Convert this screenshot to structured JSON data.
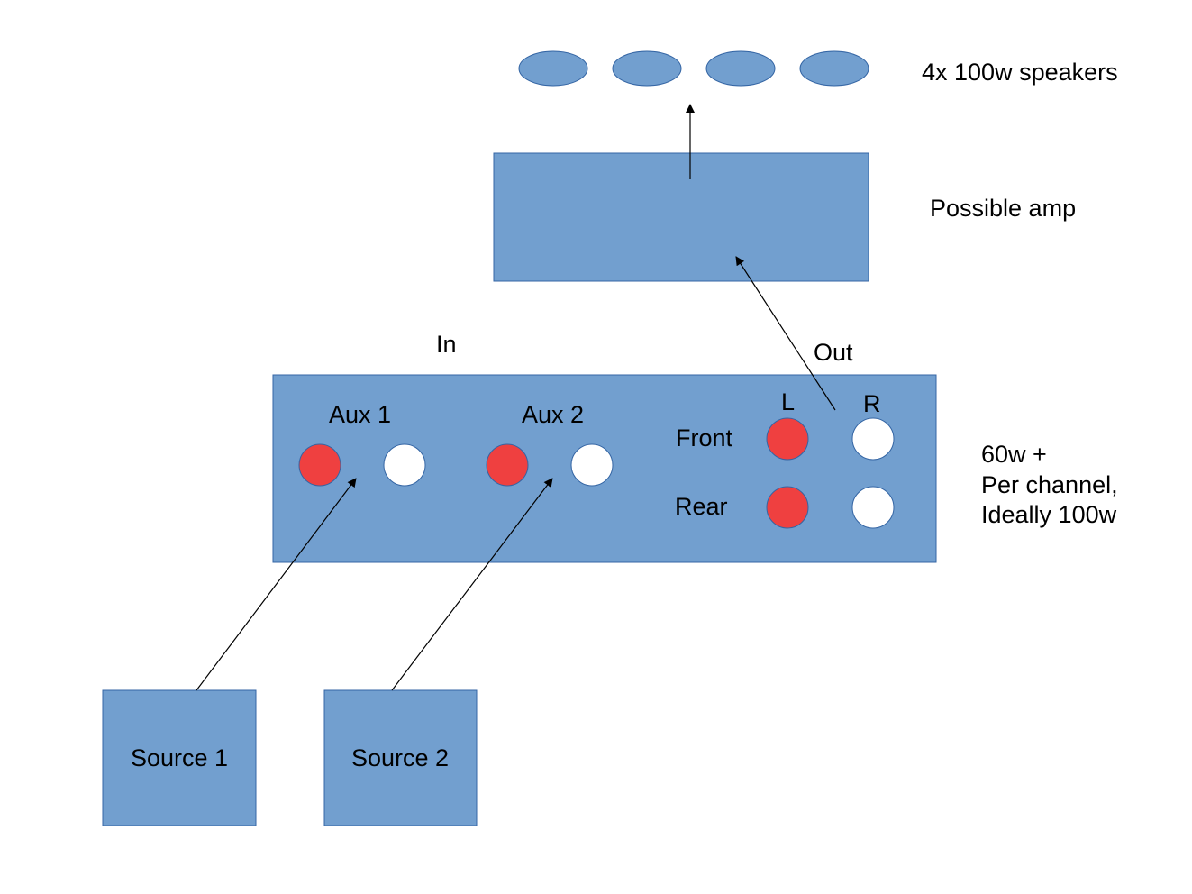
{
  "colors": {
    "box_fill": "#729fcf",
    "box_stroke": "#3465a4",
    "jack_red": "#ef4040",
    "jack_white": "#ffffff",
    "text": "#000000",
    "wire": "#000000"
  },
  "speakers": {
    "label": "4x 100w speakers",
    "count": 4
  },
  "amp": {
    "label": "Possible amp"
  },
  "head_unit": {
    "in_label": "In",
    "out_label": "Out",
    "aux1_label": "Aux 1",
    "aux2_label": "Aux 2",
    "left_label": "L",
    "right_label": "R",
    "front_label": "Front",
    "rear_label": "Rear",
    "power_line1": "60w +",
    "power_line2": "Per channel,",
    "power_line3": "Ideally 100w"
  },
  "sources": [
    {
      "label": "Source 1"
    },
    {
      "label": "Source 2"
    }
  ]
}
